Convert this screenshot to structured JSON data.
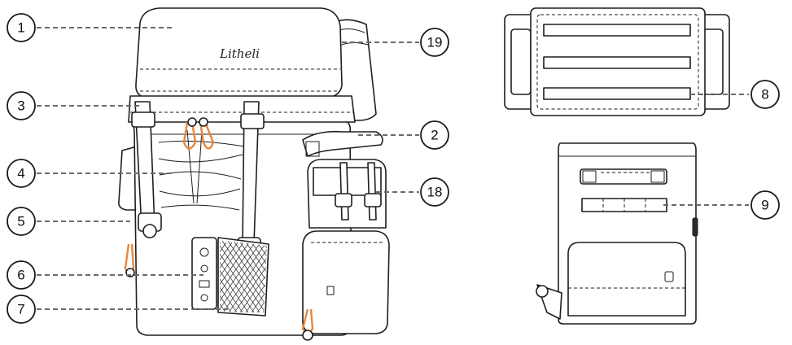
{
  "brand": "Litheli",
  "callouts": [
    {
      "label": "1"
    },
    {
      "label": "3"
    },
    {
      "label": "4"
    },
    {
      "label": "5"
    },
    {
      "label": "6"
    },
    {
      "label": "7"
    },
    {
      "label": "19"
    },
    {
      "label": "2"
    },
    {
      "label": "18"
    },
    {
      "label": "8"
    },
    {
      "label": "9"
    }
  ],
  "colors": {
    "accent": "#e8863a",
    "line": "#1e1e1e",
    "leader": "#6a6a6a"
  }
}
